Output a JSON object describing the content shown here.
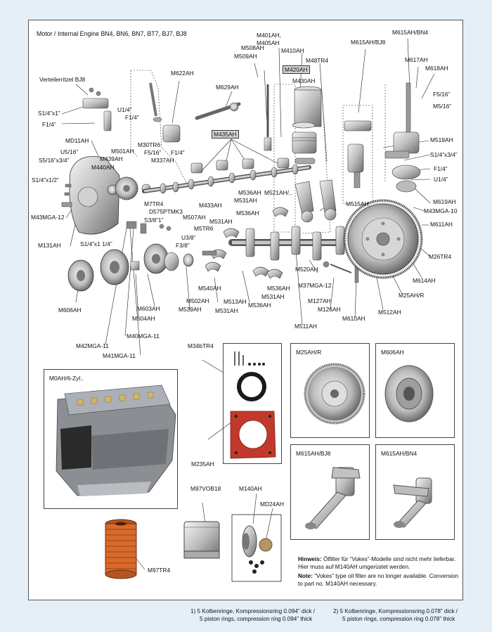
{
  "title": "Motor / Internal Engine BN4, BN6, BN7, BT7, BJ7, BJ8",
  "subtitle": "Verteilerritzel BJ8",
  "labels": {
    "m401ah": "M401AH,",
    "m405ah": "M405AH",
    "m410ah": "M410AH",
    "m508ah": "M508AH",
    "m509ah": "M509AH",
    "m615ah_bn4": "M615AH/BN4",
    "m615ah_bj8": "M615AH/BJ8",
    "m617ah": "M617AH",
    "m618ah": "M618AH",
    "m420ah": "M420AH",
    "m48tr4": "M48TR4",
    "m430ah": "M430AH",
    "m622ah": "M622AH",
    "m629ah": "M629AH",
    "f5_16_r": "F5/16”",
    "m5_16_r": "M5/16”",
    "s14x1": "S1/4”x1”",
    "f14_l": "F1/4”",
    "u14_a": "U1/4”",
    "f14_b": "F1/4”",
    "md11ah": "MD11AH",
    "m435ah": "M435AH",
    "u5_16": "U5/16”",
    "s5_16x3_4": "S5/16”x3/4”",
    "m439ah": "M439AH",
    "m440ah": "M440AH",
    "m501ah": "M501AH",
    "m30tr6": "M30TR6",
    "f5_16_c": "F5/16”",
    "f14_c": "F1/4”",
    "m337ah": "M337AH",
    "m519ah": "M519AH",
    "s14x3_4": "S1/4”x3/4”",
    "f14_r": "F1/4”",
    "u14_r": "U1/4”",
    "s14x1_2": "S1/4”x1/2”",
    "m536ah_a": "M536AH",
    "m521ah": "M521AH/..",
    "m531ah_a": "M531AH",
    "m433ah": "M433AH",
    "m619ah": "M619AH",
    "m43mga10": "M43MGA-10",
    "m43mga12": "M43MGA-12",
    "m7tr4": "M7TR4",
    "d575ptmk3": "D575PTMK3",
    "s38x1": "S3/8”1”",
    "m536ah_b": "M536AH",
    "m507ah": "M507AH",
    "m531ah_b": "M531AH",
    "m515ah": "M515AH",
    "m611ah": "M611AH",
    "m131ah": "M131AH",
    "s14x1_14": "S1/4”x1 1/4”",
    "m5tr6": "M5TR6",
    "u38": "U3/8”",
    "f38": "F3/8”",
    "m26tr4": "M26TR4",
    "m520ah": "M520AH",
    "m614ah": "M614AH",
    "m37mga12": "M37MGA-12",
    "m540ah": "M540AH",
    "m536ah_c": "M536AH",
    "m25ah_r": "M25AH/R",
    "m606ah": "M606AH",
    "m603ah": "M603AH",
    "m502ah": "M502AH",
    "m539ah": "M539AH",
    "m513ah": "M513AH",
    "m531ah_c": "M531AH",
    "m536ah_d": "M536AH",
    "m531ah_d": "M531AH",
    "m127ah": "M127AH",
    "m126ah": "M126AH",
    "m512ah": "M512AH",
    "m604ah": "M604AH",
    "m610ah": "M610AH",
    "m511ah": "M511AH",
    "m40mga11": "M40MGA-11",
    "m42mga11": "M42MGA-11",
    "m34btr4": "M34bTR4",
    "m41mga11": "M41MGA-11",
    "m235ah": "M235AH",
    "m97vob18": "M97VOB18",
    "m140ah": "M140AH",
    "md24ah": "MD24AH",
    "m97tr4": "M97TR4"
  },
  "panels": {
    "m0ah": "M0AH/6-Zyl..",
    "m25ah_r": "M25AH/R",
    "m606ah": "M606AH",
    "m615ah_bj8": "M615AH/BJ8",
    "m615ah_bn4": "M615AH/BN4"
  },
  "note": {
    "de_bold": "Hinweis:",
    "de_text": "Ölfilter für “Vokes”-Modelle sind nicht mehr lieferbar. Hier muss auf M140AH umgerüstet werden.",
    "en_bold": "Note:",
    "en_text": "“Vokes” type oil filter are no longer available. Conversion to part no. M140AH necessary."
  },
  "footnotes": {
    "f1_line1": "1)  5 Kolbenringe, Kompressionsring 0.094” dick /",
    "f1_line2": "5 piston rings, compression ring 0.094” thick",
    "f2_line1": "2)  5 Kolbenringe, Kompressionsring 0.078” dick /",
    "f2_line2": "5 piston rings, compression ring 0.078” thick"
  },
  "colors": {
    "page_bg": "#e4eff8",
    "metal": "#c9c9c9",
    "metal_dark": "#7d7d7d",
    "gasket_red": "#c0392b",
    "filter_orange": "#d96a2b"
  }
}
